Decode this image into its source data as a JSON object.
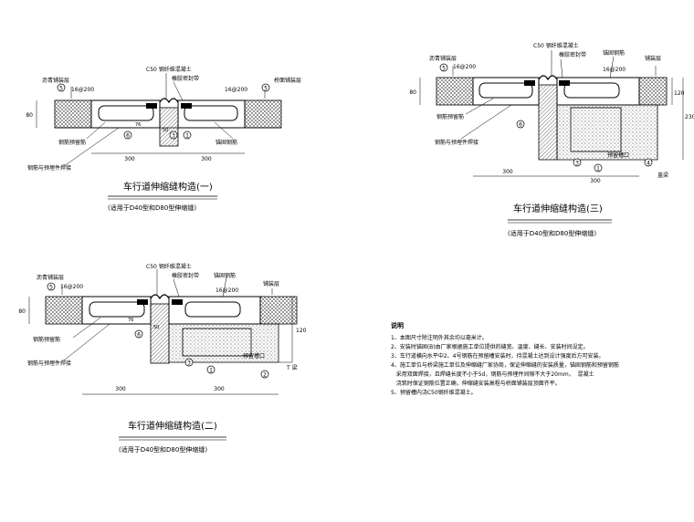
{
  "drawing1": {
    "title": "车行道伸缩缝构造(一)",
    "subtitle": "(适用于D40型和D80型伸缩缝)",
    "labels": {
      "asphalt": "沥青铺装层",
      "concrete": "C50 钢纤维混凝土",
      "rubber": "橡胶密封带",
      "anchor": "锚固钢筋",
      "rebar_tl": "16@200",
      "rebar_tr": "16@200",
      "paving": "桥面铺装层",
      "weld": "钢筋与预埋件焊接",
      "ctrl": "钢筋预留筋"
    },
    "circles": [
      "5",
      "5",
      "3",
      "6",
      "1"
    ],
    "dims": {
      "h": "80",
      "w1": "300",
      "w2": "300",
      "d": "50",
      "b": "76"
    }
  },
  "drawing2": {
    "title": "车行道伸缩缝构造(二)",
    "subtitle": "(适用于D40型和D80型伸缩缝)",
    "labels": {
      "asphalt": "沥青铺装层",
      "concrete": "C50 钢纤维混凝土",
      "rubber": "橡胶密封带",
      "anchor": "锚固钢筋",
      "rebar_tl": "16@200",
      "rebar_tr": "16@200",
      "paving": "铺装层",
      "weld": "钢筋与预埋件焊接",
      "ctrl": "钢筋预留筋",
      "post": "预留槽口",
      "beam": "T 梁"
    },
    "circles": [
      "5",
      "6",
      "3",
      "1",
      "2"
    ],
    "dims": {
      "h": "80",
      "w1": "300",
      "w2": "300",
      "h2": "120",
      "d": "50",
      "b": "76"
    }
  },
  "drawing3": {
    "title": "车行道伸缩缝构造(三)",
    "subtitle": "(适用于D40型和D80型伸缩缝)",
    "labels": {
      "asphalt": "沥青铺装层",
      "concrete": "C50 钢纤维混凝土",
      "rubber": "橡胶密封带",
      "anchor": "锚固钢筋",
      "rebar_tl": "16@200",
      "rebar_tr": "16@200",
      "paving": "铺装层",
      "weld": "钢筋与预埋件焊接",
      "ctrl": "钢筋预留筋",
      "post": "预留槽口",
      "beam": "盖梁"
    },
    "circles": [
      "5",
      "6",
      "3",
      "1",
      "4"
    ],
    "dims": {
      "h": "80",
      "w1": "300",
      "w2": "300",
      "h2": "120",
      "h3": "230"
    }
  },
  "notes": {
    "heading": "说明",
    "items": [
      "1、本图尺寸除注明外其余均以毫米计。",
      "2、安装时锚固(B)由厂家根据施工单位提供的缝宽、温度、缝长、安装时间设定。",
      "3、车行道横向水平中2、4号钢筋在预留槽安装时，待混凝土达到设计强度后方可安装。",
      "4、施工单位与桥梁施工单位及伸缩缝厂家协商，保证伸缩缝的安装质量，锚固钢筋和预留钢筋\n   采用双面焊接，且焊缝长度不小于5d，钢筋与预埋件间隙不大于20mm，  混凝土\n   浇筑时保证钢筋位置正确，伸缩缝安装高程与桥面铺装层顶面齐平。",
      "5、预留槽内浇C50钢纤维混凝土。"
    ]
  }
}
